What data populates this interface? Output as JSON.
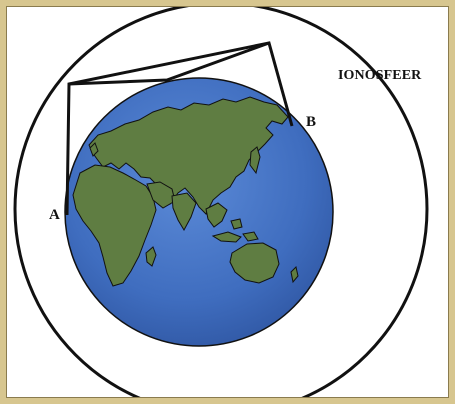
{
  "labels": {
    "ionosphere": "IONOSFEER",
    "point_a": "A",
    "point_b": "B"
  },
  "colors": {
    "frame": "#d7c68f",
    "ocean": "#3f6dbf",
    "land": "#5f7d42",
    "line": "#111111"
  }
}
